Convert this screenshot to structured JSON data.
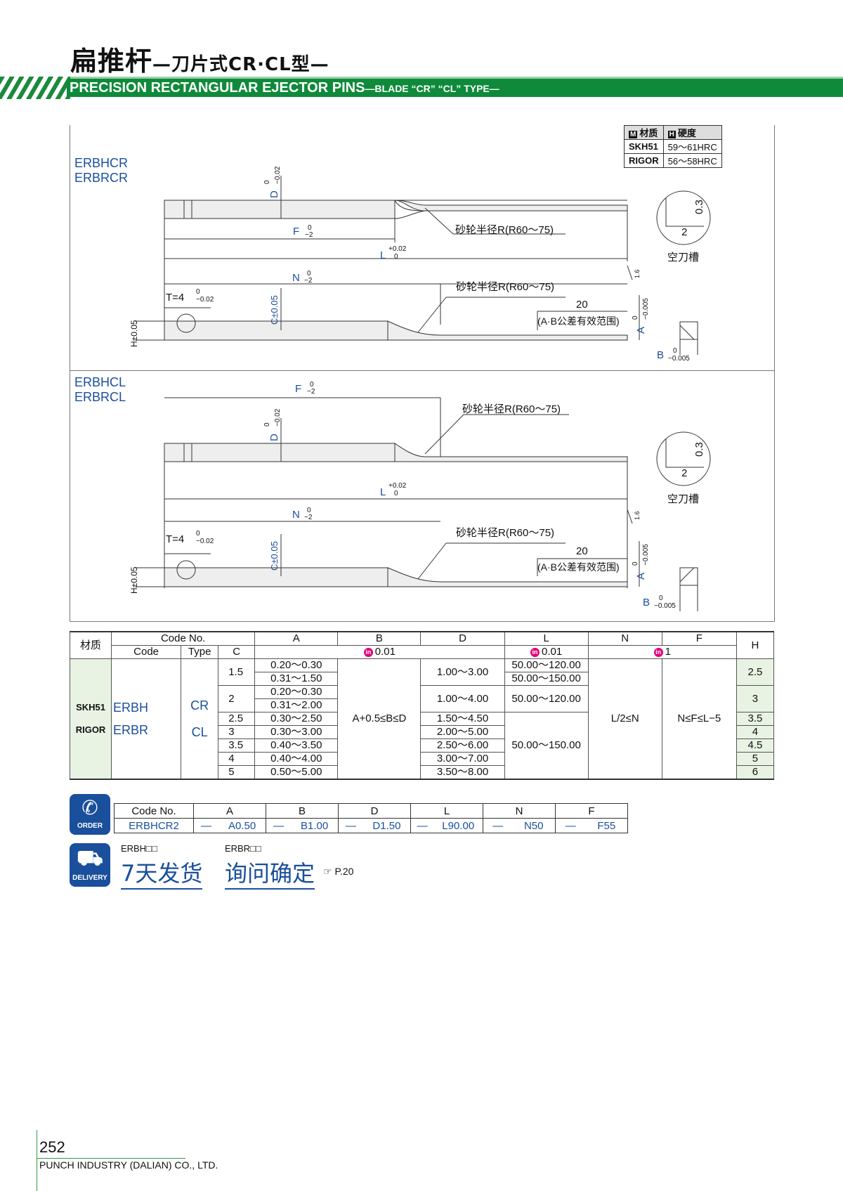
{
  "header": {
    "title_main": "扁推杆",
    "title_sub": "—刀片式CR·CL型—",
    "band_title": "PRECISION RECTANGULAR EJECTOR PINS",
    "band_sub": "—BLADE “CR” “CL” TYPE—"
  },
  "material_table": {
    "col1": "材质",
    "col2": "硬度",
    "icon1": "M",
    "icon2": "H",
    "rows": [
      [
        "SKH51",
        "59～61HRC"
      ],
      [
        "RIGOR",
        "56～58HRC"
      ]
    ]
  },
  "section1": {
    "code1": "ERBHCR",
    "code2": "ERBRCR"
  },
  "section2": {
    "code1": "ERBHCL",
    "code2": "ERBRCL"
  },
  "dims": {
    "D": "D",
    "D_tol_up": "0",
    "D_tol_low": "−0.02",
    "F": "F",
    "F_tol_up": "0",
    "F_tol_low": "−2",
    "L": "L",
    "L_tol_up": "+0.02",
    "L_tol_low": "0",
    "N": "N",
    "N_tol_up": "0",
    "N_tol_low": "−2",
    "T": "T=4",
    "T_tol_up": "0",
    "T_tol_low": "−0.02",
    "C": "C±0.05",
    "H": "H±0.05",
    "A": "A",
    "A_tol_up": "0",
    "A_tol_low": "−0.005",
    "B": "B",
    "B_tol_up": "0",
    "B_tol_low": "−0.005",
    "grind": "砂轮半径R(R60～75)",
    "v20": "20",
    "effective": "(A·B公差有效范围)",
    "roughness": "1.6",
    "relief": "空刀槽",
    "relief_w": "2",
    "relief_h": "0.3"
  },
  "spec": {
    "h_mat": "材质",
    "h_codeno": "Code No.",
    "h_code": "Code",
    "h_type": "Type",
    "h_c": "C",
    "h_a": "A",
    "h_b": "B",
    "h_d": "D",
    "h_l": "L",
    "h_n": "N",
    "h_f": "F",
    "h_h": "H",
    "unit_b": "0.01",
    "unit_l": "0.01",
    "unit_nf": "1",
    "unit_icon": "in",
    "mat1": "SKH51",
    "mat2": "RIGOR",
    "code1": "ERBH",
    "code2": "ERBR",
    "type1": "CR",
    "type2": "CL",
    "b_rule": "A+0.5≤B≤D",
    "n_rule": "L/2≤N",
    "f_rule": "N≤F≤L−5",
    "rows": [
      {
        "c": "1.5",
        "a": [
          "0.20～0.30",
          "0.31～1.50"
        ],
        "d": "1.00～3.00",
        "l": [
          "50.00～120.00",
          "50.00～150.00"
        ],
        "h": "2.5"
      },
      {
        "c": "2",
        "a": [
          "0.20～0.30",
          "0.31～2.00"
        ],
        "d": "1.00～4.00",
        "l": [
          "50.00～120.00"
        ],
        "h": "3"
      },
      {
        "c": "2.5",
        "a": [
          "0.30～2.50"
        ],
        "d": "1.50～4.50",
        "h": "3.5"
      },
      {
        "c": "3",
        "a": [
          "0.30～3.00"
        ],
        "d": "2.00～5.00",
        "h": "4"
      },
      {
        "c": "3.5",
        "a": [
          "0.40～3.50"
        ],
        "d": "2.50～6.00",
        "h": "4.5"
      },
      {
        "c": "4",
        "a": [
          "0.40～4.00"
        ],
        "d": "3.00～7.00",
        "h": "5"
      },
      {
        "c": "5",
        "a": [
          "0.50～5.00"
        ],
        "d": "3.50～8.00",
        "h": "6"
      }
    ],
    "l_long": "50.00～150.00"
  },
  "order": {
    "icon_label": "ORDER",
    "headers": [
      "Code No.",
      "",
      "A",
      "",
      "B",
      "",
      "D",
      "",
      "L",
      "",
      "N",
      "",
      "F"
    ],
    "values": [
      "ERBHCR2",
      "—",
      "A0.50",
      "—",
      "B1.00",
      "—",
      "D1.50",
      "—",
      "L90.00",
      "—",
      "N50",
      "—",
      "F55"
    ]
  },
  "delivery": {
    "icon_label": "DELIVERY",
    "code1": "ERBH□□",
    "code2": "ERBR□□",
    "text1": "7天发货",
    "text2": "询问确定",
    "ref": "☞ P.20"
  },
  "footer": {
    "page": "252",
    "company": "PUNCH INDUSTRY (DALIAN) CO., LTD."
  }
}
